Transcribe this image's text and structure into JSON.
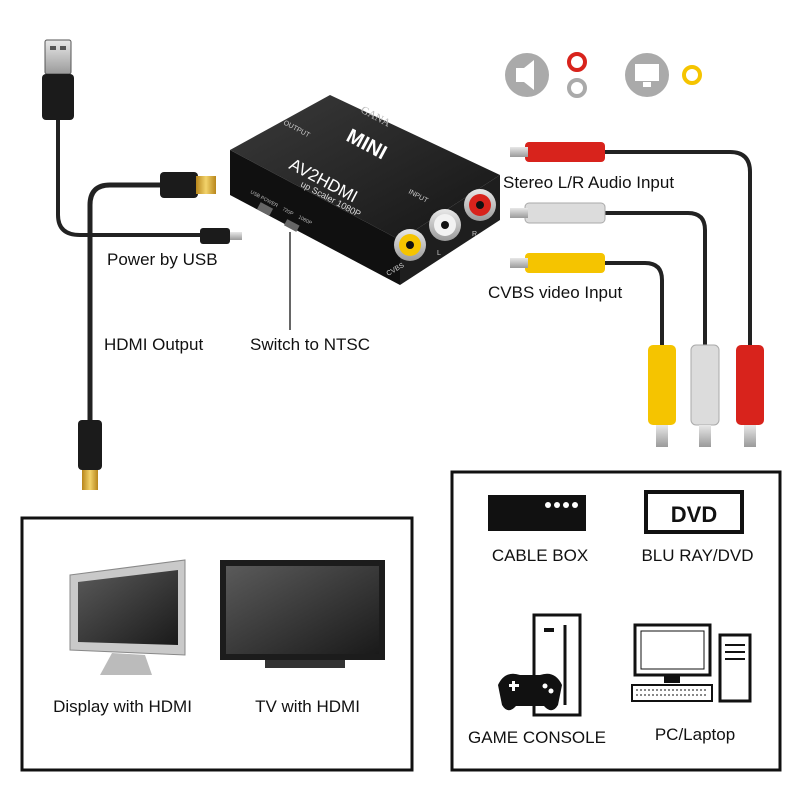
{
  "device": {
    "brand": "GANA",
    "model": "MINI",
    "name": "AV2HDMI",
    "subtitle": "up Scaler 1080P",
    "port_output": "OUTPUT",
    "port_input": "INPUT",
    "port_power": "USB POWER",
    "switch_720": "720P",
    "switch_1080": "1080P",
    "jack_cvbs": "CVBS",
    "jack_l": "L",
    "jack_r": "R"
  },
  "callouts": {
    "power": "Power by USB",
    "hdmi_output": "HDMI Output",
    "switch": "Switch to NTSC",
    "audio_input": "Stereo L/R Audio Input",
    "video_input": "CVBS video Input"
  },
  "outputs_panel": {
    "items": [
      {
        "label": "Display with HDMI",
        "icon": "monitor-icon"
      },
      {
        "label": "TV with HDMI",
        "icon": "tv-icon"
      }
    ]
  },
  "sources_panel": {
    "items": [
      {
        "label": "CABLE BOX",
        "icon": "cable-box-icon"
      },
      {
        "label": "BLU RAY/DVD",
        "icon": "dvd-player-icon",
        "badge": "DVD"
      },
      {
        "label": "GAME CONSOLE",
        "icon": "game-console-icon"
      },
      {
        "label": "PC/Laptop",
        "icon": "pc-icon"
      }
    ]
  },
  "colors": {
    "red_plug": "#d8231c",
    "white_plug": "#dcdcdc",
    "yellow_plug": "#f5c400",
    "device_body": "#1c1c1c",
    "cable": "#222222"
  }
}
